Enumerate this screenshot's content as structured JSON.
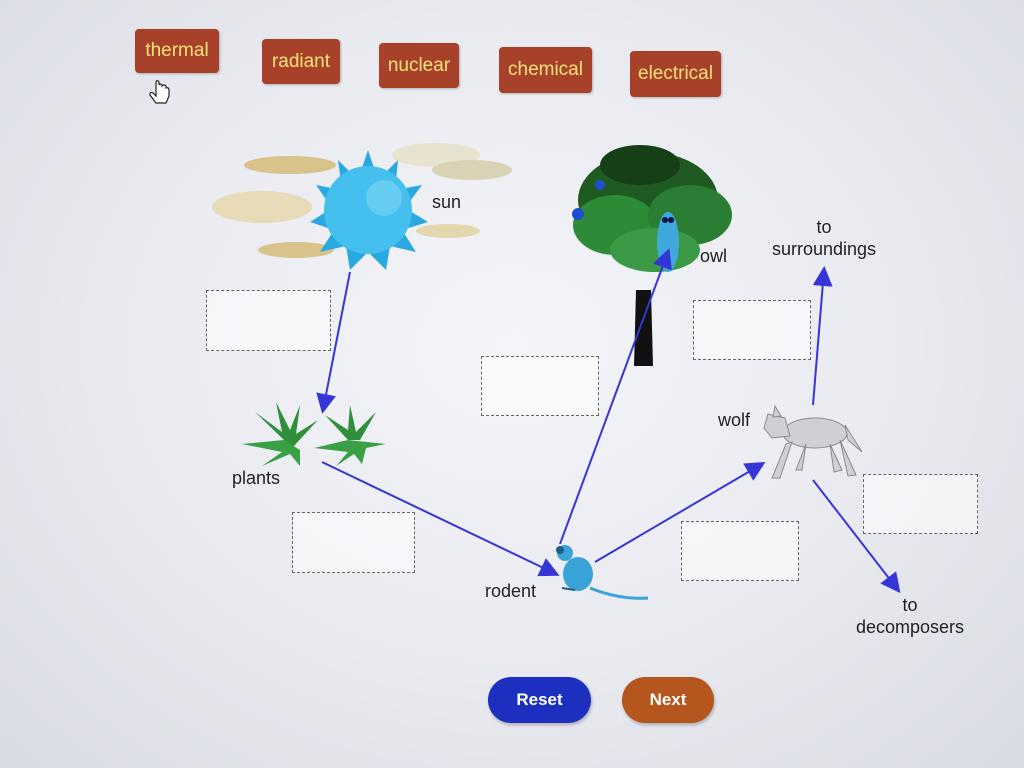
{
  "energy_types": [
    "thermal",
    "radiant",
    "nuclear",
    "chemical",
    "electrical"
  ],
  "diagram": {
    "sun": "sun",
    "plants": "plants",
    "rodent": "rodent",
    "owl": "owl",
    "wolf": "wolf",
    "to_surroundings_line1": "to",
    "to_surroundings_line2": "surroundings",
    "to_decomposers_line1": "to",
    "to_decomposers_line2": "decomposers"
  },
  "buttons": {
    "reset": "Reset",
    "next": "Next"
  },
  "colors": {
    "chip_bg": "#a8412a",
    "chip_text": "#f6e27a",
    "arrow": "#3535d8",
    "reset_button": "#1c2fbe",
    "next_button": "#b4561e"
  },
  "icons": [
    "pointer-hand-icon",
    "sun-icon",
    "plants-icon",
    "rodent-icon",
    "owl-icon",
    "tree-icon",
    "wolf-icon"
  ]
}
